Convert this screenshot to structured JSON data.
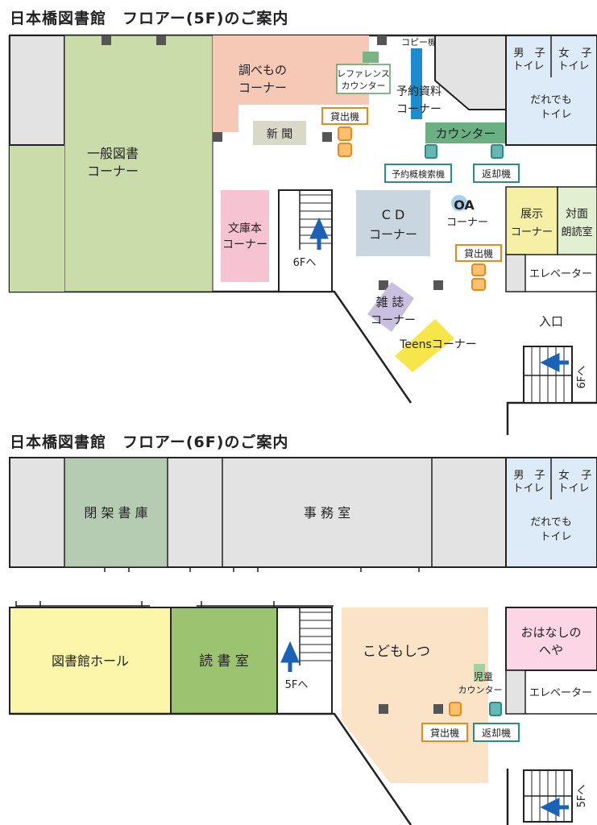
{
  "floor5": {
    "title": "日本橋図書館　フロアー(5F)のご案内",
    "general_books": [
      "一般図書",
      "コーナー"
    ],
    "research": [
      "調べもの",
      "コーナー"
    ],
    "reference_counter": [
      "レファレンス",
      "カウンター"
    ],
    "copier": "コピー機",
    "reserved": [
      "予約資料",
      "コーナー"
    ],
    "lending_machine": "貸出機",
    "newspaper": "新 聞",
    "counter": "カウンター",
    "reserve_search": "予約概検索機",
    "return_machine": "返却機",
    "toilets": {
      "male": [
        "男",
        "トイレ"
      ],
      "male_suffix": "子",
      "female": [
        "女",
        "トイレ"
      ],
      "female_suffix": "子",
      "anyone": [
        "だれでも",
        "トイレ"
      ]
    },
    "bunko": [
      "文庫本",
      "コーナー"
    ],
    "stairs_up": "6Fへ",
    "cd": [
      "C D",
      "コーナー"
    ],
    "oa": [
      "OA",
      "コーナー"
    ],
    "exhibit": [
      "展示",
      "コーナー"
    ],
    "reading_room": [
      "対面",
      "朗読室"
    ],
    "lending_machine_2": "貸出機",
    "elevator": "エレベーター",
    "magazines": [
      "雑 誌",
      "コーナー"
    ],
    "teens": "Teensコーナー",
    "entrance": "入口",
    "stairs_down": "6Fへ"
  },
  "floor6": {
    "title": "日本橋図書館　フロアー(6F)のご案内",
    "closed_stacks": "閉 架 書 庫",
    "office": "事 務 室",
    "toilets": {
      "male": [
        "男",
        "トイレ"
      ],
      "male_suffix": "子",
      "female": [
        "女",
        "トイレ"
      ],
      "female_suffix": "子",
      "anyone": [
        "だれでも",
        "トイレ"
      ]
    },
    "hall": "図書館ホール",
    "reading": "読 書 室",
    "stairs_down": "5Fへ",
    "kids": "こどもしつ",
    "kids_counter": [
      "児童",
      "カウンター"
    ],
    "story_room": [
      "おはなしの",
      "へや"
    ],
    "elevator": "エレベーター",
    "lending_machine": "貸出機",
    "return_machine": "返却機",
    "stairs_side": "5Fへ"
  },
  "colors": {
    "general": "#c9dcaa",
    "research": "#f5c9b5",
    "bunko": "#f6c3d3",
    "cd": "#c9d6e0",
    "exhibit": "#f5f0a6",
    "reading": "#e2efd0",
    "toilet": "#dcebf7",
    "closed": "#b5ccb2",
    "grey": "#e3e3e3",
    "hall": "#fbf6a9",
    "readroom": "#9cc370",
    "kids": "#fbe3c8",
    "story": "#fcd6e4",
    "orange": "#e88a1a",
    "teal": "#2a8c86",
    "blue": "#1a62b6"
  }
}
